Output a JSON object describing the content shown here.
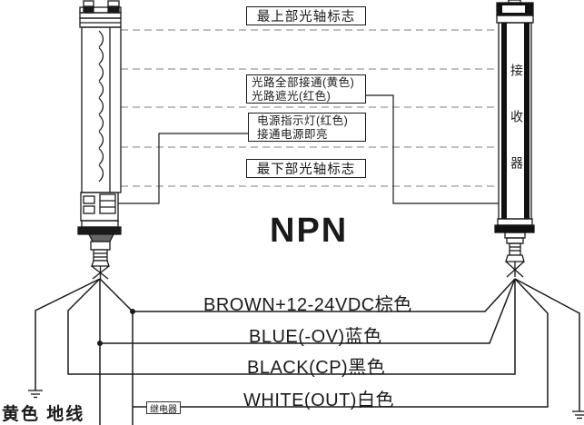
{
  "diagram": {
    "output_type_label": "NPN",
    "receiver_label": "接收器",
    "callouts": {
      "top_axis_mark": "最上部光轴标志",
      "beam_status_line1": "光路全部接通(黄色)",
      "beam_status_line2": "光路遮光(红色)",
      "power_led_line1": "电源指示灯(红色)",
      "power_led_line2": "接通电源即亮",
      "bottom_axis_mark": "最下部光轴标志"
    },
    "wires": [
      {
        "id": "brown",
        "label": "BROWN+12-24VDC棕色"
      },
      {
        "id": "blue",
        "label": "BLUE(-OV)蓝色"
      },
      {
        "id": "black",
        "label": "BLACK(CP)黑色"
      },
      {
        "id": "white",
        "label": "WHITE(OUT)白色"
      }
    ],
    "ground_wire_label": "黄色 地线",
    "relay_label": "继电器",
    "colors": {
      "line": "#1a1a1a",
      "beam_dashed": "#999999",
      "background": "#ffffff"
    }
  }
}
